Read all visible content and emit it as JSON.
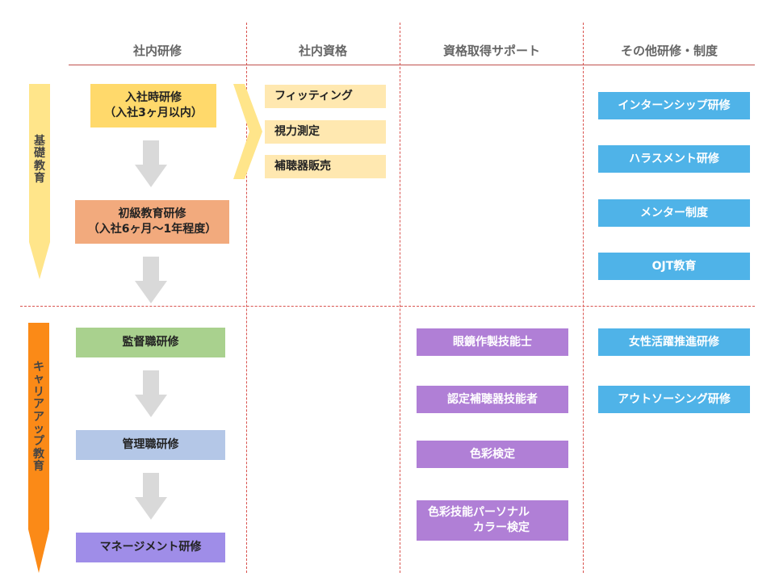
{
  "columns": [
    "社内研修",
    "社内資格",
    "資格取得サポート",
    "その他研修・制度"
  ],
  "sections": {
    "basic": "基礎教育",
    "career": "キャリアアップ教育"
  },
  "training_steps": {
    "entry": "入社時研修\n（入社3ヶ月以内）",
    "beginner": "初級教育研修\n（入社6ヶ月〜1年程度）",
    "supervisor": "監督職研修",
    "manager": "管理職研修",
    "management": "マネージメント研修"
  },
  "internal_qualifications": [
    "フィッティング",
    "視力測定",
    "補聴器販売"
  ],
  "support_qualifications": [
    "眼鏡作製技能士",
    "認定補聴器技能者",
    "色彩検定",
    "色彩技能パーソナル\n　　　　カラー検定"
  ],
  "other_programs_basic": [
    "インターンシップ研修",
    "ハラスメント研修",
    "メンター制度",
    "OJT教育"
  ],
  "other_programs_career": [
    "女性活躍推進研修",
    "アウトソーシング研修"
  ],
  "colors": {
    "divider": "#c0504d",
    "basic_arrow": "#ffe58a",
    "career_arrow": "#fb8a17",
    "step_arrow": "#d9d9d9"
  }
}
